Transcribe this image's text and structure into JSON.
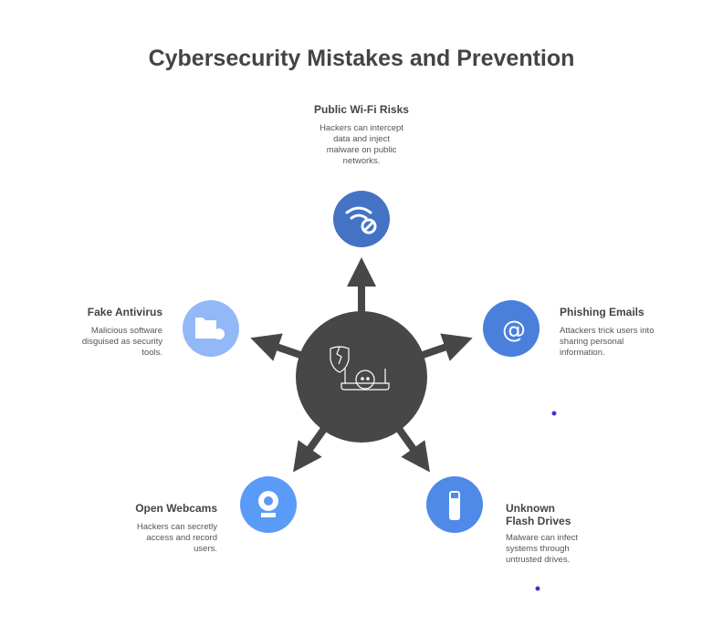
{
  "title": "Cybersecurity Mistakes and Prevention",
  "items": [
    {
      "title": "Public Wi-Fi Risks",
      "text": "Hackers can intercept data and inject malware on public networks.",
      "icon": "wifi-blocked-icon",
      "color": "#4472c4"
    },
    {
      "title": "Phishing Emails",
      "text": "Attackers trick users into sharing personal information.",
      "icon": "email-at-icon",
      "color": "#4a80dc"
    },
    {
      "title": "Unknown Flash Drives",
      "text": "Malware can infect systems through untrusted drives.",
      "icon": "usb-drive-icon",
      "color": "#4f8ae8"
    },
    {
      "title": "Open Webcams",
      "text": "Hackers can secretly access and record users.",
      "icon": "webcam-icon",
      "color": "#5b9bf8"
    },
    {
      "title": "Fake Antivirus",
      "text": "Malicious software disguised as security tools.",
      "icon": "folder-bug-icon",
      "color": "#93b8f8"
    }
  ],
  "center": {
    "icon": "broken-shield-laptop-skull-icon",
    "color": "#474747"
  }
}
